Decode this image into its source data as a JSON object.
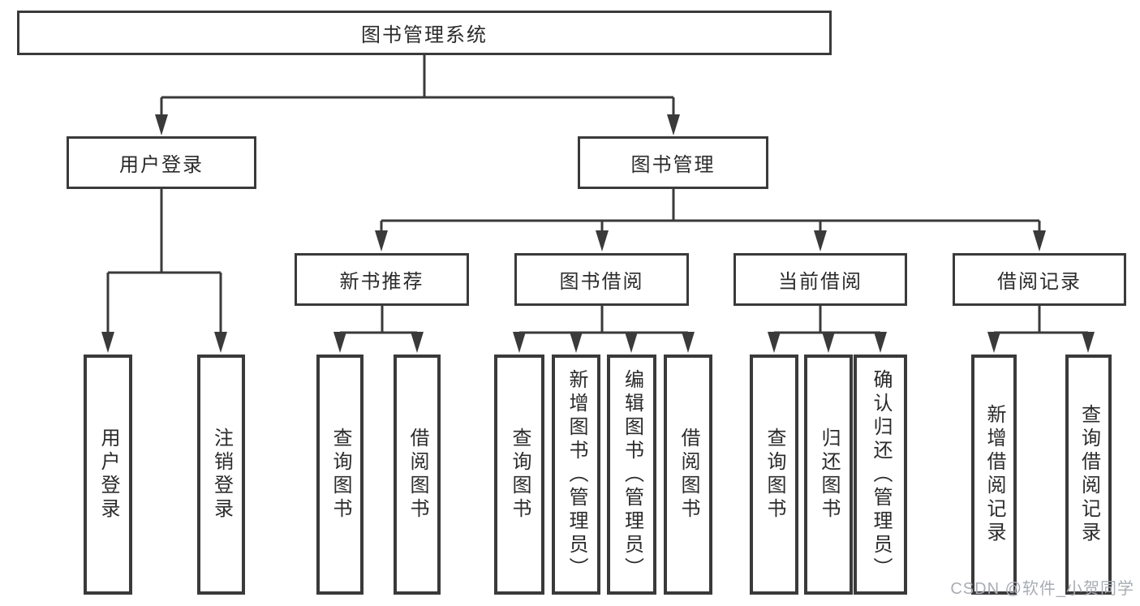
{
  "diagram": {
    "title": "图书管理系统",
    "level1": [
      {
        "label": "用户登录",
        "parent": "图书管理系统"
      },
      {
        "label": "图书管理",
        "parent": "图书管理系统"
      }
    ],
    "level2": [
      {
        "label": "新书推荐",
        "parent": "图书管理"
      },
      {
        "label": "图书借阅",
        "parent": "图书管理"
      },
      {
        "label": "当前借阅",
        "parent": "图书管理"
      },
      {
        "label": "借阅记录",
        "parent": "图书管理"
      }
    ],
    "leaves": [
      {
        "label": "用户登录",
        "parent": "用户登录"
      },
      {
        "label": "注销登录",
        "parent": "用户登录"
      },
      {
        "label": "查询图书",
        "parent": "新书推荐"
      },
      {
        "label": "借阅图书",
        "parent": "新书推荐"
      },
      {
        "label": "查询图书",
        "parent": "图书借阅"
      },
      {
        "label": "新增图书（管理员）",
        "parent": "图书借阅"
      },
      {
        "label": "编辑图书（管理员）",
        "parent": "图书借阅"
      },
      {
        "label": "借阅图书",
        "parent": "图书借阅"
      },
      {
        "label": "查询图书",
        "parent": "当前借阅"
      },
      {
        "label": "归还图书",
        "parent": "当前借阅"
      },
      {
        "label": "确认归还（管理员）",
        "parent": "当前借阅"
      },
      {
        "label": "新增借阅记录",
        "parent": "借阅记录"
      },
      {
        "label": "查询借阅记录",
        "parent": "借阅记录"
      }
    ],
    "colors": {
      "line": "#3a3a3a",
      "text": "#2b2b2b",
      "background": "#ffffff",
      "watermark": "#a9adb4"
    }
  },
  "watermark": {
    "text": "CSDN @软件_小贺同学"
  }
}
